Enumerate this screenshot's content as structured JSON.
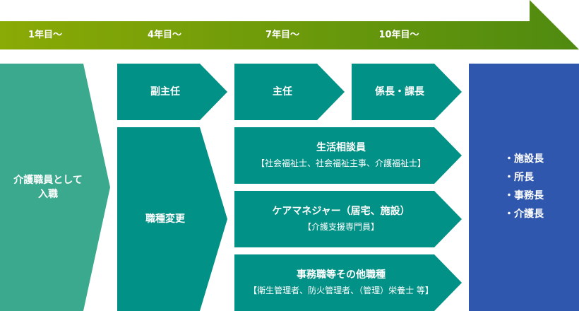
{
  "colors": {
    "timeline_start": "#8aaa05",
    "timeline_end": "#4f8a10",
    "entry": "#3ba98e",
    "step": "#029186",
    "goal": "#2f57ad"
  },
  "timeline": {
    "years": [
      "1年目〜",
      "4年目〜",
      "7年目〜",
      "10年目〜"
    ]
  },
  "steps": {
    "entry": "介護職員として\n入職",
    "deputy": "副主任",
    "chief": "主任",
    "manager": "係長・課長",
    "change": "職種変更",
    "counselor": {
      "title": "生活相談員",
      "note": "【社会福祉士、社会福祉主事、介護福祉士】"
    },
    "care_manager": {
      "title": "ケアマネジャー（居宅、施設）",
      "note": "【介護支援専門員】"
    },
    "other": {
      "title": "事務職等その他職種",
      "note": "【衛生管理者、防火管理者、（管理）栄養士 等】"
    }
  },
  "goal": {
    "items": [
      "・施設長",
      "・所長",
      "・事務長",
      "・介護長"
    ]
  }
}
